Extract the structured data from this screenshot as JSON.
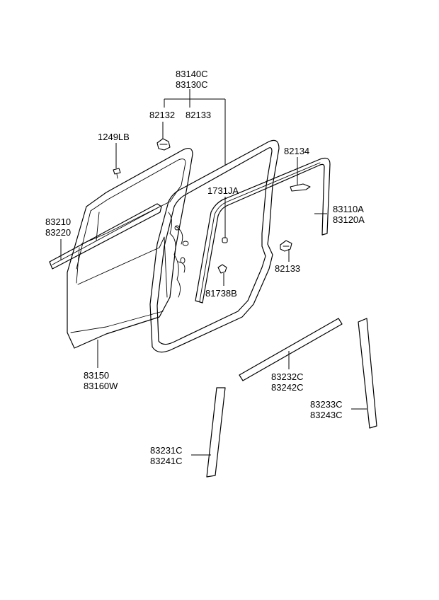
{
  "labels": {
    "l_83140C": "83140C",
    "l_83130C": "83130C",
    "l_82132": "82132",
    "l_82133_top": "82133",
    "l_1249LB": "1249LB",
    "l_82134": "82134",
    "l_1731JA": "1731JA",
    "l_83110A": "83110A",
    "l_83120A": "83120A",
    "l_83210": "83210",
    "l_83220": "83220",
    "l_82133_right": "82133",
    "l_81738B": "81738B",
    "l_83150": "83150",
    "l_83160W": "83160W",
    "l_83232C": "83232C",
    "l_83242C": "83242C",
    "l_83233C": "83233C",
    "l_83243C": "83243C",
    "l_83231C": "83231C",
    "l_83241C": "83241C"
  }
}
